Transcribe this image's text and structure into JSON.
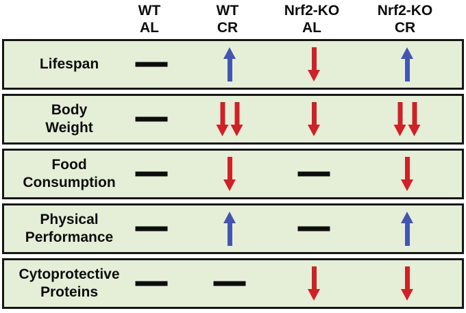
{
  "table": {
    "columns": [
      {
        "line1": "WT",
        "line2": "AL"
      },
      {
        "line1": "WT",
        "line2": "CR"
      },
      {
        "line1": "Nrf2-KO",
        "line2": "AL"
      },
      {
        "line1": "Nrf2-KO",
        "line2": "CR"
      }
    ],
    "rows": [
      {
        "label": "Lifespan",
        "cells": [
          "no-change",
          "increase",
          "decrease",
          "increase"
        ]
      },
      {
        "label": "Body\nWeight",
        "cells": [
          "no-change",
          "decrease-double",
          "decrease",
          "decrease-double"
        ]
      },
      {
        "label": "Food\nConsumption",
        "cells": [
          "no-change",
          "decrease",
          "no-change",
          "decrease"
        ]
      },
      {
        "label": "Physical\nPerformance",
        "cells": [
          "no-change",
          "increase",
          "no-change",
          "increase"
        ]
      },
      {
        "label": "Cytoprotective\nProteins",
        "cells": [
          "no-change",
          "no-change",
          "decrease",
          "decrease"
        ]
      }
    ],
    "symbol_legend": {
      "no-change": "black horizontal dash",
      "increase": "blue up arrow",
      "decrease": "red down arrow",
      "decrease-double": "two red down arrows"
    }
  },
  "colors": {
    "row-bg": "#e5eed7",
    "border": "#161616",
    "dash": "#0d0d0d",
    "up": "#4355b1",
    "down": "#cf2127"
  }
}
